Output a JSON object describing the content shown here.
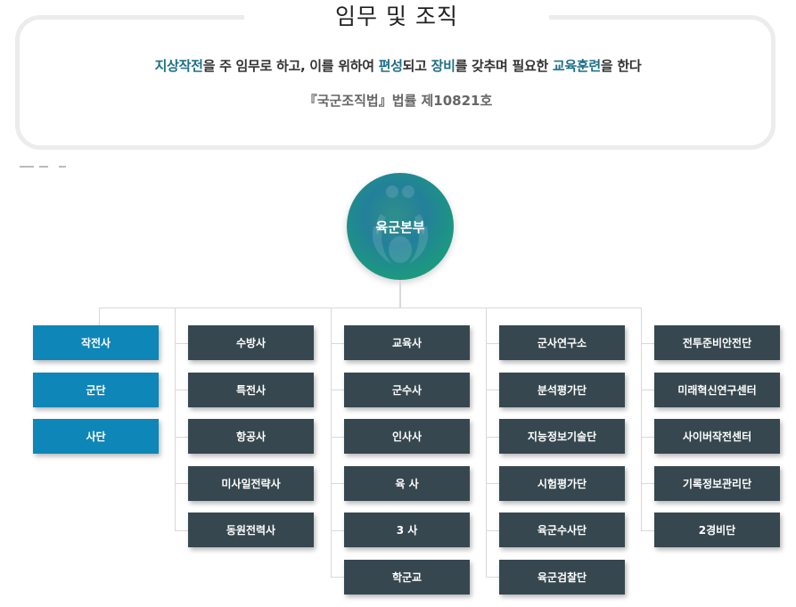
{
  "mission": {
    "title": "임무 및 조직",
    "text_segments": [
      {
        "text": "지상작전",
        "highlight": true
      },
      {
        "text": "을 주 임무로 하고, 이를 위하여 ",
        "highlight": false
      },
      {
        "text": "편성",
        "highlight": true
      },
      {
        "text": "되고 ",
        "highlight": false
      },
      {
        "text": "장비",
        "highlight": true
      },
      {
        "text": "를 갖추며 필요한 ",
        "highlight": false
      },
      {
        "text": "교육훈련",
        "highlight": true
      },
      {
        "text": "을 한다",
        "highlight": false
      }
    ],
    "law": "『국군조직법』법률 제10821호"
  },
  "colors": {
    "highlight": "#1f6f86",
    "blue_box": "#0e86b7",
    "dark_box": "#36474f",
    "connector": "#d9d9d9"
  },
  "org": {
    "hq": "육군본부",
    "hq_icon": "army-emblem-icon",
    "columns": [
      {
        "style": "blue",
        "items": [
          "작전사",
          "군단",
          "사단"
        ]
      },
      {
        "style": "dark",
        "items": [
          "수방사",
          "특전사",
          "항공사",
          "미사일전략사",
          "동원전력사"
        ]
      },
      {
        "style": "dark",
        "items": [
          "교육사",
          "군수사",
          "인사사",
          "육 사",
          "3 사",
          "학군교"
        ]
      },
      {
        "style": "dark",
        "items": [
          "군사연구소",
          "분석평가단",
          "지능정보기술단",
          "시험평가단",
          "육군수사단",
          "육군검찰단"
        ]
      },
      {
        "style": "dark",
        "items": [
          "전투준비안전단",
          "미래혁신연구센터",
          "사이버작전센터",
          "기록정보관리단",
          "2경비단"
        ]
      }
    ]
  }
}
